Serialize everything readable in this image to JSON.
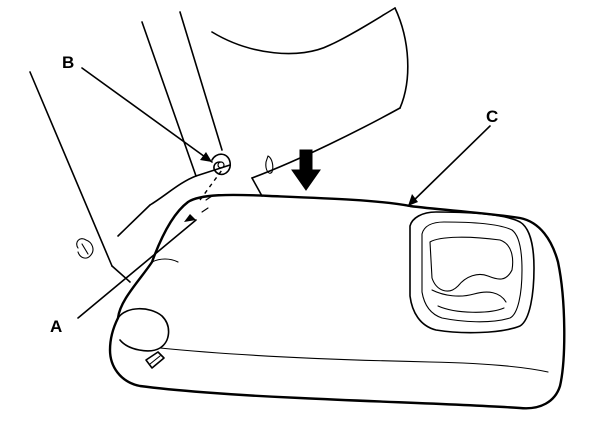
{
  "callouts": {
    "a": "A",
    "b": "B",
    "c": "C"
  },
  "icons": {
    "press_arrow": "down-arrow-icon"
  }
}
